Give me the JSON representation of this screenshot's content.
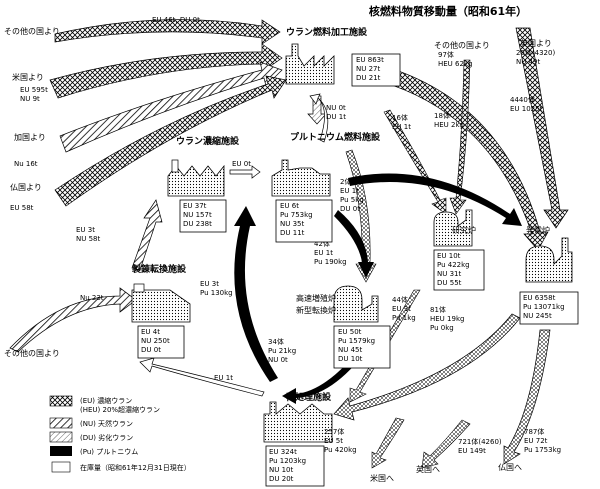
{
  "title": "核燃料物質移動量（昭和61年）",
  "facilities": {
    "fab": "ウラン燃料加工施設",
    "enrichment": "ウラン濃縮施設",
    "plutonium": "プルトニウム燃料施設",
    "conversion": "製錬転換施設",
    "fbr_line1": "高速増殖炉",
    "fbr_line2": "新型転換炉",
    "research": "研究炉",
    "power": "発電炉",
    "reprocessing": "再処理施設"
  },
  "sources": {
    "other": "その他の国より",
    "us": "米国より",
    "canada": "加国より",
    "france": "仏国より",
    "other2": "その他の国より",
    "other_right": "その他の国より",
    "uk": "英国より"
  },
  "destinations": {
    "us": "米国へ",
    "uk": "英国へ",
    "france": "仏国へ"
  },
  "amounts": {
    "other_to_fab": "EU 46t, DU 0t",
    "us_eu": "EU  595t",
    "us_nu": "NU    9t",
    "canada_nu": "Nu 16t",
    "france_eu": "EU 58t",
    "conv_eu": "EU  3t",
    "conv_nu": "NU 58t",
    "other2_nu": "Nu 23t",
    "enrich_eu": "EU  0t",
    "fab_pu_nu": "NU  0t",
    "fab_pu_du": "DU  1t",
    "pu_count": "2体",
    "pu_eu": "EU   1t",
    "pu_pu": "Pu   5kg",
    "pu_du": "DU   0t",
    "research_count": "16体",
    "research_eu": "EU  1t",
    "heu_count": "18体",
    "heu_kg": "HEU  2kg",
    "other_right_count": "97体",
    "other_right_heu": "HEU  62kg",
    "uk_count": "25体(4320)",
    "uk_nu": "NU   49t",
    "reactor_count": "4440体",
    "reactor_eu": "EU   1025t",
    "fbr_count": "42体",
    "fbr_eu": "EU   1t",
    "fbr_pu": "Pu  190kg",
    "conv_pu_eu": "EU    3t",
    "conv_pu_pu": "Pu  130kg",
    "repro_count": "34体",
    "repro_pu": "Pu  21kg",
    "repro_nu": "NU   0t",
    "research_fbr_count": "44体",
    "research_fbr_eu": "EU  3t",
    "research_fbr_pu": "Pu  1kg",
    "power_count": "81体",
    "power_heu": "HEU  19kg",
    "power_pu": "Pu    0kg",
    "eu_return": "EU  1t",
    "out_count": "257体",
    "out_eu": "EU  5t",
    "out_pu": "Pu  420kg",
    "uk_out_count": "721体(4260)",
    "uk_out_pu": "EU  149t",
    "fr_out_count": "787体",
    "fr_out_eu": "EU  72t",
    "fr_out_pu": "Pu  1753kg"
  },
  "inventory": {
    "fab": [
      "EU   863t",
      "NU    27t",
      "DU    21t"
    ],
    "enrichment": [
      "EU   37t",
      "NU  157t",
      "DU  238t"
    ],
    "plutonium": [
      "EU     6t",
      "Pu  753kg",
      "NU    35t",
      "DU    11t"
    ],
    "conversion": [
      "EU    4t",
      "NU  250t",
      "DU    0t"
    ],
    "fbr": [
      "EU    50t",
      "Pu 1579kg",
      "NU    45t",
      "DU    10t"
    ],
    "research": [
      "EU   10t",
      "Pu  422kg",
      "NU    31t",
      "DU    55t"
    ],
    "power": [
      "EU  6358t",
      "Pu 13071kg",
      "NU    245t"
    ],
    "reprocessing": [
      "EU   324t",
      "Pu 1203kg",
      "NU    10t",
      "DU    20t"
    ]
  },
  "legend": {
    "eu_line1": "(EU) 濃縮ウラン",
    "eu_line2": "(HEU) 20%超濃縮ウラン",
    "nu": "(NU) 天然ウラン",
    "du": "(DU) 劣化ウラン",
    "pu": "(Pu) プルトニウム",
    "inventory": "在庫量（昭和61年12月31日現在）"
  }
}
